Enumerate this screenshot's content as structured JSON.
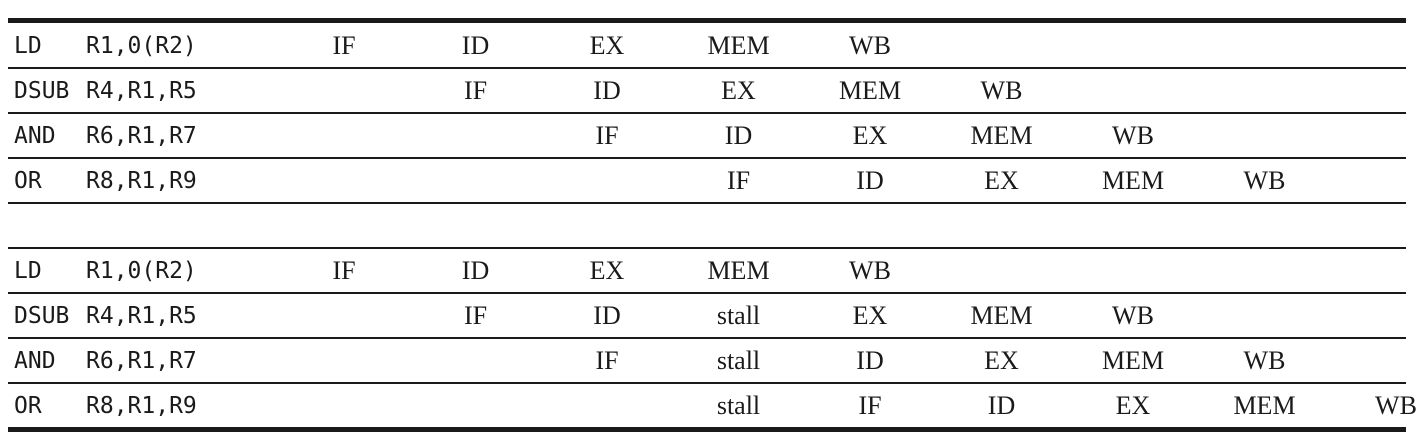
{
  "stage_columns": 9,
  "sections": [
    {
      "rows": [
        {
          "op": "LD",
          "args": "R1,0(R2)",
          "stages": [
            "IF",
            "ID",
            "EX",
            "MEM",
            "WB",
            "",
            "",
            "",
            ""
          ]
        },
        {
          "op": "DSUB",
          "args": "R4,R1,R5",
          "stages": [
            "",
            "IF",
            "ID",
            "EX",
            "MEM",
            "WB",
            "",
            "",
            ""
          ]
        },
        {
          "op": "AND",
          "args": "R6,R1,R7",
          "stages": [
            "",
            "",
            "IF",
            "ID",
            "EX",
            "MEM",
            "WB",
            "",
            ""
          ]
        },
        {
          "op": "OR",
          "args": "R8,R1,R9",
          "stages": [
            "",
            "",
            "",
            "IF",
            "ID",
            "EX",
            "MEM",
            "WB",
            ""
          ]
        }
      ]
    },
    {
      "rows": [
        {
          "op": "LD",
          "args": "R1,0(R2)",
          "stages": [
            "IF",
            "ID",
            "EX",
            "MEM",
            "WB",
            "",
            "",
            "",
            ""
          ]
        },
        {
          "op": "DSUB",
          "args": "R4,R1,R5",
          "stages": [
            "",
            "IF",
            "ID",
            "stall",
            "EX",
            "MEM",
            "WB",
            "",
            ""
          ]
        },
        {
          "op": "AND",
          "args": "R6,R1,R7",
          "stages": [
            "",
            "",
            "IF",
            "stall",
            "ID",
            "EX",
            "MEM",
            "WB",
            ""
          ]
        },
        {
          "op": "OR",
          "args": "R8,R1,R9",
          "stages": [
            "",
            "",
            "",
            "stall",
            "IF",
            "ID",
            "EX",
            "MEM",
            "WB"
          ]
        }
      ]
    }
  ]
}
